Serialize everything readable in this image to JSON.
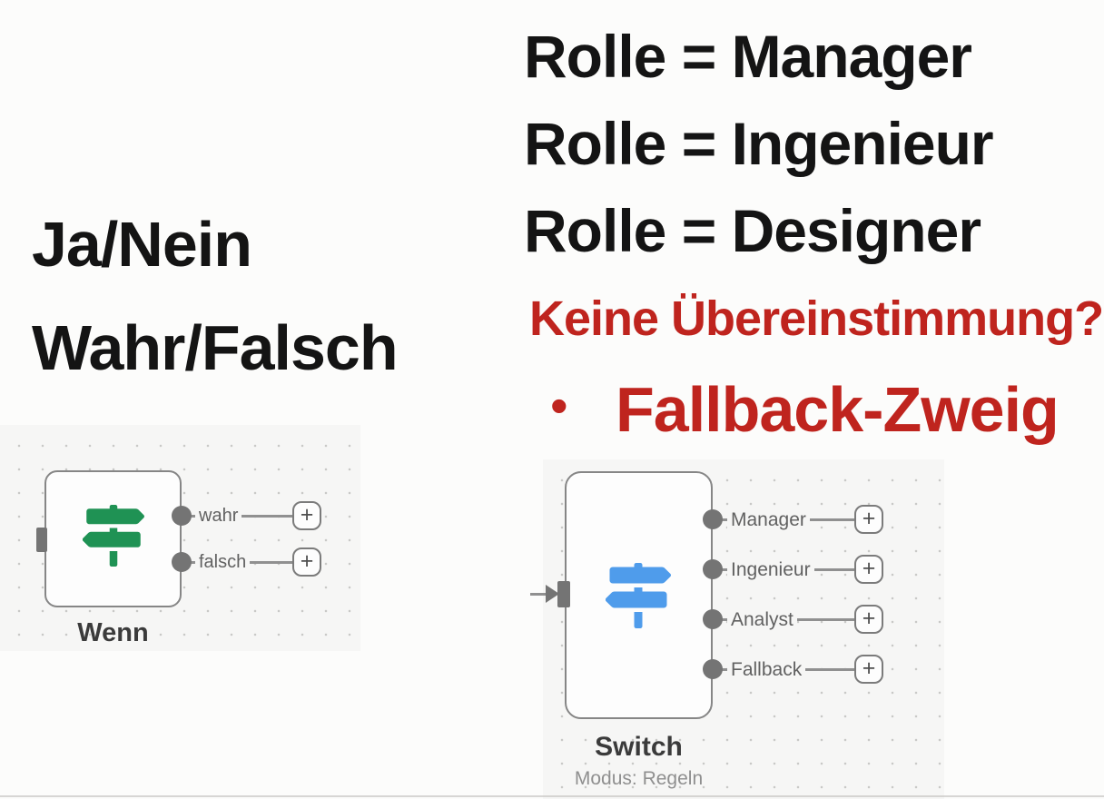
{
  "left": {
    "headings": [
      "Ja/Nein",
      "Wahr/Falsch"
    ],
    "node": {
      "label": "Wenn",
      "outputs": [
        "wahr",
        "falsch"
      ],
      "plus": "+"
    }
  },
  "right": {
    "headings": [
      "Rolle = Manager",
      "Rolle = Ingenieur",
      "Rolle = Designer"
    ],
    "no_match_question": "Keine Übereinstimmung?",
    "bullet": "•",
    "no_match_answer": "Fallback-Zweig",
    "node": {
      "label": "Switch",
      "sublabel": "Modus: Regeln",
      "outputs": [
        "Manager",
        "Ingenieur",
        "Analyst",
        "Fallback"
      ],
      "plus": "+"
    }
  },
  "colors": {
    "heading_text": "#141414",
    "warning_red": "#bf241e",
    "wenn_icon_green": "#1f9254",
    "switch_icon_blue": "#4f9ceb",
    "node_border": "#868686",
    "port_gray": "#747474",
    "canvas_bg": "#f6f6f5"
  }
}
